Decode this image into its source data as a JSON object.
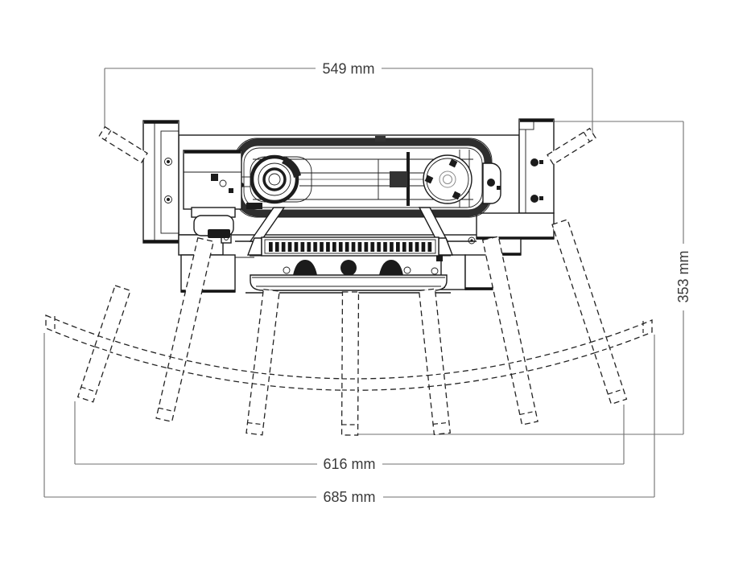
{
  "drawing": {
    "type": "technical-dimension-drawing",
    "view": "top-view",
    "units": "mm",
    "dimensions": {
      "top_width": {
        "label": "549 mm",
        "value": 549,
        "orientation": "horizontal"
      },
      "right_height": {
        "label": "353 mm",
        "value": 353,
        "orientation": "vertical"
      },
      "middle_width": {
        "label": "616 mm",
        "value": 616,
        "orientation": "horizontal"
      },
      "bottom_width": {
        "label": "685 mm",
        "value": 685,
        "orientation": "horizontal"
      }
    },
    "colors": {
      "background": "#ffffff",
      "machine_line": "#1b1b1b",
      "track_line": "#232323",
      "dimension_line": "#6f6f6f",
      "dimension_text": "#3a3a3a",
      "dark_fill": "#1b1b1b"
    },
    "components": {
      "machine": "rail-mounted machine assembly",
      "left_bracket": "left mounting bracket",
      "right_bracket": "right mounting bracket",
      "housing": "main housing",
      "motor": "drive motor with fan",
      "drive_disc": "drive disc with bolts",
      "gearbox": "gear unit",
      "brush_bar": "toothed brush bar",
      "tray": "collection tray",
      "track": "curved track section",
      "sleepers": "7 radial sleepers",
      "rails": "inner and outer curved rails"
    }
  }
}
